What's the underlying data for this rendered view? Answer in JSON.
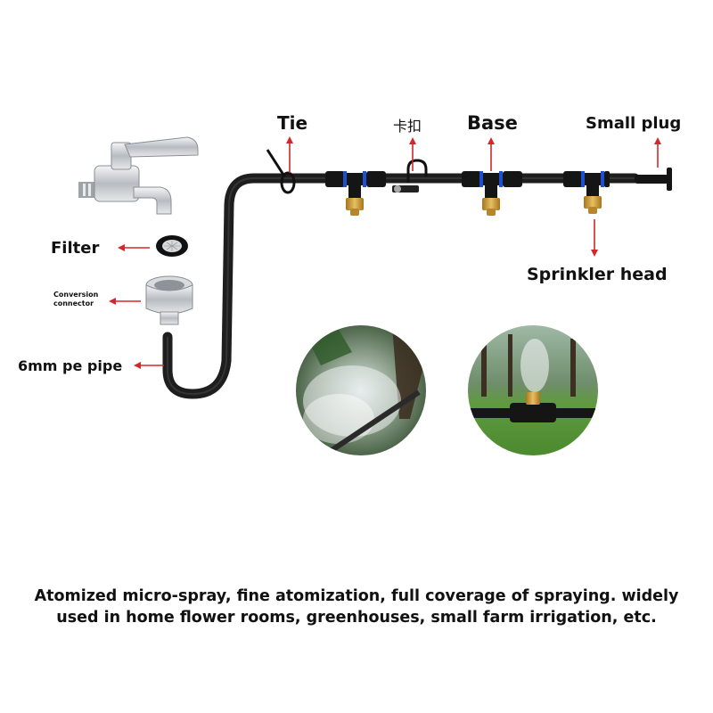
{
  "labels": {
    "tie": "Tie",
    "clip": "卡扣",
    "base": "Base",
    "small_plug": "Small plug",
    "filter": "Filter",
    "conversion_connector": "Conversion connector",
    "pipe": "6mm pe pipe",
    "sprinkler_head": "Sprinkler head"
  },
  "caption": {
    "line1": "Atomized micro-spray, fine atomization, full coverage of spraying. widely",
    "line2": "used in home flower rooms, greenhouses, small farm irrigation, etc."
  },
  "colors": {
    "arrow": "#d0282b",
    "pipe": "#1e1e1e",
    "brass": "#c8952e",
    "connector_ring": "#1f4fd1",
    "metal": "#c7cbd0"
  }
}
